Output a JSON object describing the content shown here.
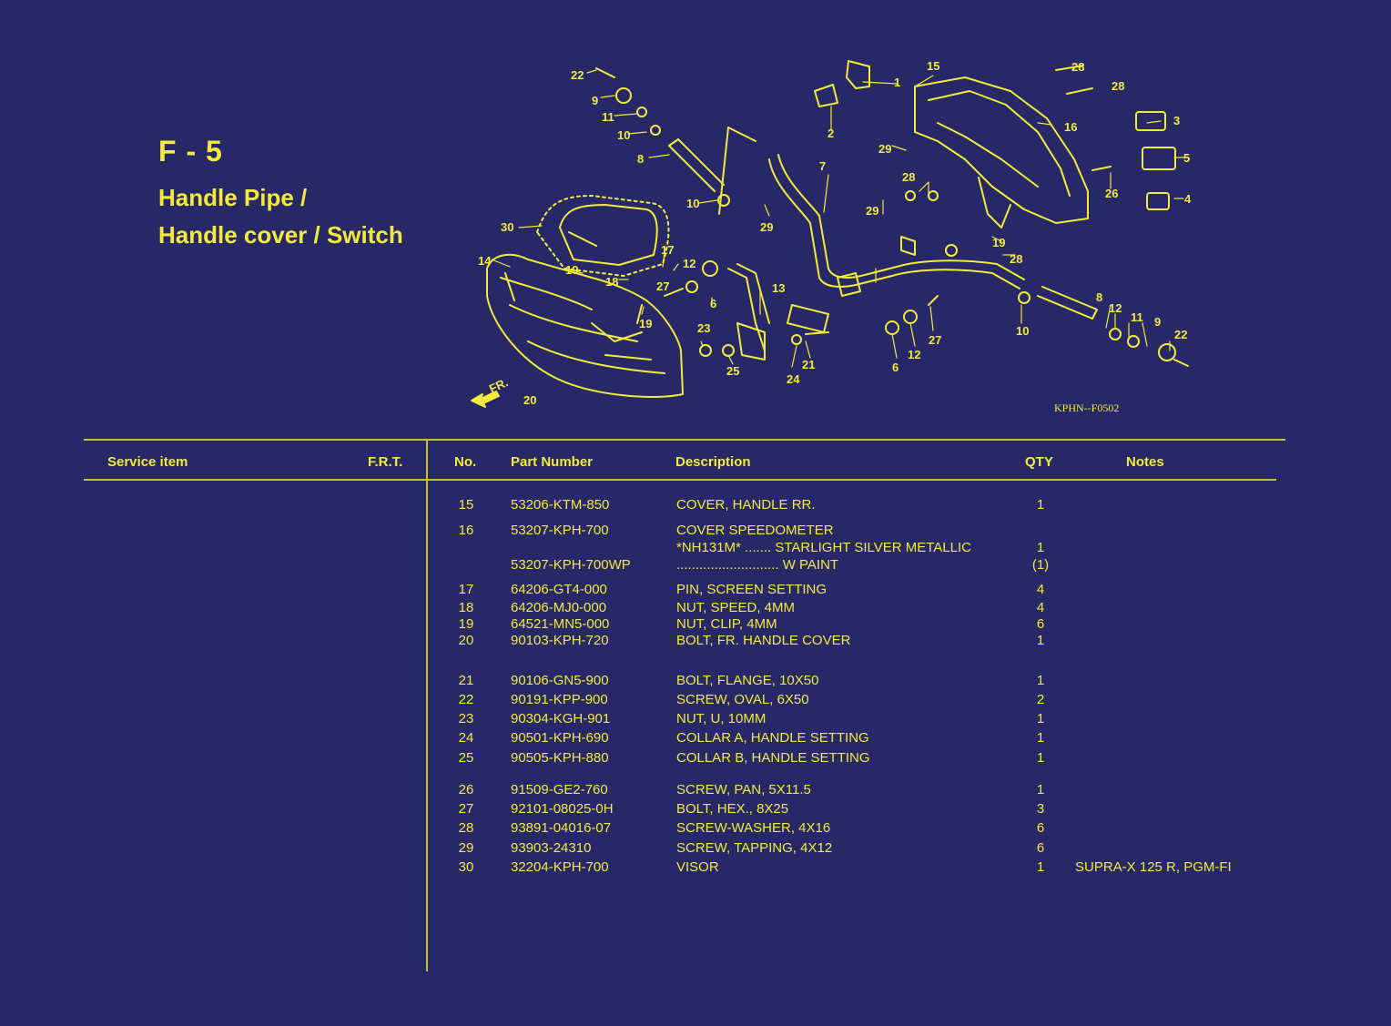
{
  "section": {
    "code": "F - 5",
    "title_line1": "Handle Pipe /",
    "title_line2": "Handle cover / Switch",
    "figure_code": "KPHN--F0502"
  },
  "table": {
    "headers": {
      "service_item": "Service item",
      "frt": "F.R.T.",
      "no": "No.",
      "part_number": "Part Number",
      "description": "Description",
      "qty": "QTY",
      "notes": "Notes"
    },
    "rows": [
      {
        "no": "15",
        "part": "53206-KTM-850",
        "desc": "COVER, HANDLE RR.",
        "qty": "1",
        "note": ""
      },
      {
        "no": "16",
        "part": "53207-KPH-700",
        "desc": "COVER SPEEDOMETER",
        "qty": "",
        "note": ""
      },
      {
        "no": "",
        "part": "",
        "desc": "*NH131M* ....... STARLIGHT SILVER METALLIC",
        "qty": "1",
        "note": ""
      },
      {
        "no": "",
        "part": "53207-KPH-700WP",
        "desc": "........................... W PAINT",
        "qty": "(1)",
        "note": ""
      },
      {
        "no": "17",
        "part": "64206-GT4-000",
        "desc": "PIN, SCREEN SETTING",
        "qty": "4",
        "note": ""
      },
      {
        "no": "18",
        "part": "64206-MJ0-000",
        "desc": "NUT, SPEED, 4MM",
        "qty": "4",
        "note": ""
      },
      {
        "no": "19",
        "part": "64521-MN5-000",
        "desc": "NUT, CLIP, 4MM",
        "qty": "6",
        "note": ""
      },
      {
        "no": "20",
        "part": "90103-KPH-720",
        "desc": "BOLT, FR. HANDLE COVER",
        "qty": "1",
        "note": ""
      },
      {
        "no": "21",
        "part": "90106-GN5-900",
        "desc": "BOLT, FLANGE, 10X50",
        "qty": "1",
        "note": ""
      },
      {
        "no": "22",
        "part": "90191-KPP-900",
        "desc": "SCREW, OVAL, 6X50",
        "qty": "2",
        "note": ""
      },
      {
        "no": "23",
        "part": "90304-KGH-901",
        "desc": "NUT, U, 10MM",
        "qty": "1",
        "note": ""
      },
      {
        "no": "24",
        "part": "90501-KPH-690",
        "desc": "COLLAR A, HANDLE SETTING",
        "qty": "1",
        "note": ""
      },
      {
        "no": "25",
        "part": "90505-KPH-880",
        "desc": "COLLAR B, HANDLE SETTING",
        "qty": "1",
        "note": ""
      },
      {
        "no": "26",
        "part": "91509-GE2-760",
        "desc": "SCREW, PAN, 5X11.5",
        "qty": "1",
        "note": ""
      },
      {
        "no": "27",
        "part": "92101-08025-0H",
        "desc": "BOLT, HEX., 8X25",
        "qty": "3",
        "note": ""
      },
      {
        "no": "28",
        "part": "93891-04016-07",
        "desc": "SCREW-WASHER, 4X16",
        "qty": "6",
        "note": ""
      },
      {
        "no": "29",
        "part": "93903-24310",
        "desc": "SCREW, TAPPING, 4X12",
        "qty": "6",
        "note": ""
      },
      {
        "no": "30",
        "part": "32204-KPH-700",
        "desc": "VISOR",
        "qty": "1",
        "note": "SUPRA-X 125 R, PGM-FI"
      }
    ]
  },
  "diagram": {
    "fr_label": "FR.",
    "callouts": [
      "1",
      "2",
      "3",
      "4",
      "5",
      "6",
      "6",
      "7",
      "8",
      "8",
      "9",
      "9",
      "10",
      "10",
      "10",
      "11",
      "11",
      "12",
      "12",
      "12",
      "13",
      "14",
      "15",
      "16",
      "17",
      "18",
      "19",
      "19",
      "19",
      "20",
      "21",
      "22",
      "22",
      "23",
      "24",
      "25",
      "26",
      "27",
      "27",
      "28",
      "28",
      "28",
      "28",
      "29",
      "29",
      "29",
      "30"
    ]
  },
  "colors": {
    "background": "#262868",
    "ink": "#f4ea3a",
    "rule": "#c9bf32"
  }
}
